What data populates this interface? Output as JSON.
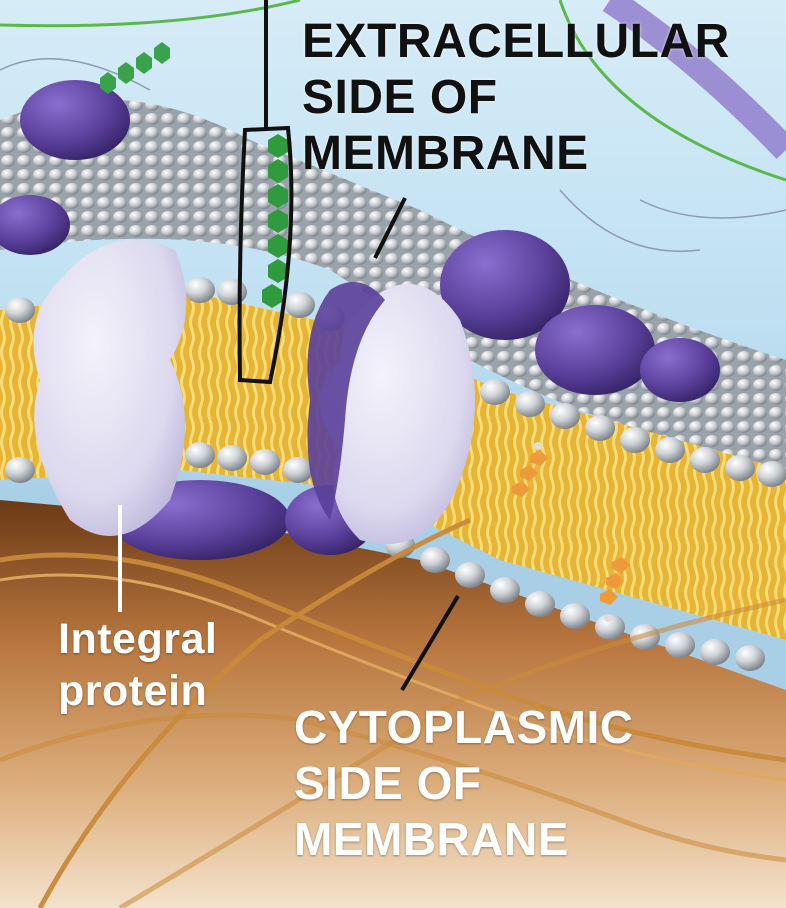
{
  "labels": {
    "extracellular": [
      "EXTRACELLULAR",
      "SIDE OF",
      "MEMBRANE"
    ],
    "integral_protein": [
      "Integral",
      "protein"
    ],
    "cytoplasmic": [
      "CYTOPLASMIC",
      "SIDE OF",
      "MEMBRANE"
    ]
  },
  "colors": {
    "extracellular_bg": "#bfe0f2",
    "cytoplasm_top": "#c98a4f",
    "cytoplasm_bottom": "#f3dfc8",
    "lipid_tail": "#f0c43e",
    "phospholipid_head": "#c8ccd0",
    "integral_protein": "#e6e3f2",
    "peripheral_protein": "#5a3f9a",
    "carbohydrate": "#3aa24a",
    "cholesterol": "#ef9a3a",
    "cytoskeleton": "#c98a3a"
  }
}
